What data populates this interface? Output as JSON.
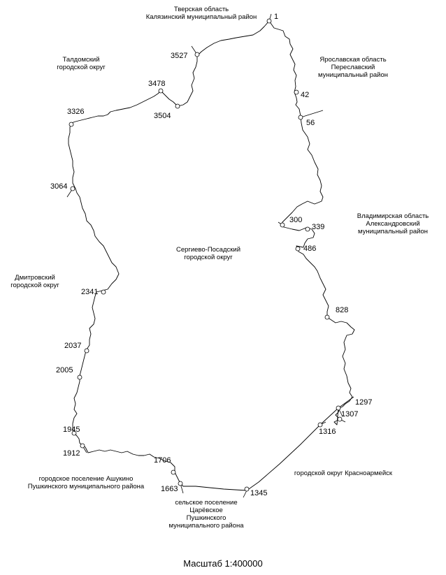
{
  "map": {
    "center_label": {
      "line1": "Сергиево-Посадский",
      "line2": "городской округ"
    },
    "regions": [
      {
        "id": "tver",
        "line1": "Тверская область",
        "line2": "Калязинский муниципальный район"
      },
      {
        "id": "yaroslavl",
        "line1": "Ярославская область",
        "line2": "Переславский",
        "line3": "муниципальный район"
      },
      {
        "id": "taldom",
        "line1": "Талдомский",
        "line2": "городской округ"
      },
      {
        "id": "vladimir",
        "line1": "Владимирская область",
        "line2": "Александровский",
        "line3": "муниципальный район"
      },
      {
        "id": "dmitrov",
        "line1": "Дмитровский",
        "line2": "городской округ"
      },
      {
        "id": "ashukino",
        "line1": "городское поселение Ашукино",
        "line2": "Пушкинского муниципального района"
      },
      {
        "id": "krasnoarmeysk",
        "line1": "городской округ Красноармейск"
      },
      {
        "id": "tsaryovskoe",
        "line1": "сельское поселение",
        "line2": "Царёвское",
        "line3": "Пушкинского",
        "line4": "муниципального района"
      }
    ],
    "points": [
      {
        "label": "1"
      },
      {
        "label": "3527"
      },
      {
        "label": "3478"
      },
      {
        "label": "3504"
      },
      {
        "label": "3326"
      },
      {
        "label": "3064"
      },
      {
        "label": "42"
      },
      {
        "label": "56"
      },
      {
        "label": "300"
      },
      {
        "label": "339"
      },
      {
        "label": "486"
      },
      {
        "label": "828"
      },
      {
        "label": "2341"
      },
      {
        "label": "2037"
      },
      {
        "label": "2005"
      },
      {
        "label": "1297"
      },
      {
        "label": "1307"
      },
      {
        "label": "1316"
      },
      {
        "label": "1945"
      },
      {
        "label": "1912"
      },
      {
        "label": "1706"
      },
      {
        "label": "1663"
      },
      {
        "label": "1345"
      }
    ],
    "scale": "Масштаб 1:400000"
  }
}
